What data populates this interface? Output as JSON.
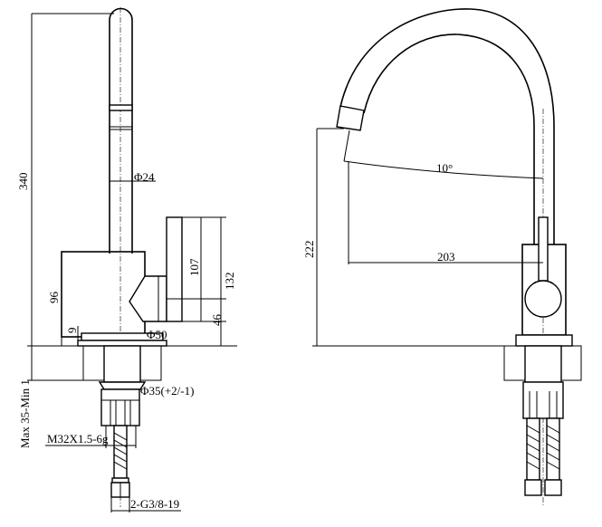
{
  "drawing": {
    "side_view": {
      "height_total": "340",
      "tube_diameter": "Φ24",
      "handle_height": "107",
      "handle_top_height": "132",
      "body_height": "96",
      "base_height": "9",
      "lever_height": "46",
      "base_diameter": "Φ50",
      "shank_diameter": "Φ35(+2/-1)",
      "counter_thickness": "Max 35-Min 1",
      "thread": "M32X1.5-6g",
      "hose_connector": "2-G3/8-19"
    },
    "front_view": {
      "swivel_angle": "10°",
      "reach": "203",
      "spout_height": "222"
    }
  }
}
